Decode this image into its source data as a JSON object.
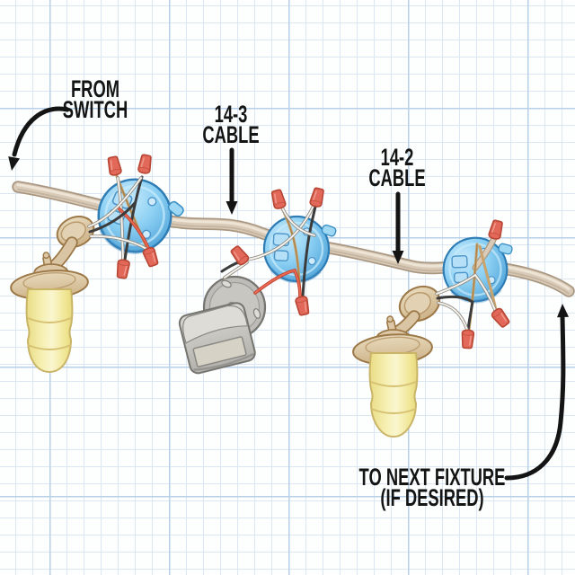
{
  "labels": {
    "from_switch": {
      "line1": "FROM",
      "line2": "SWITCH"
    },
    "cable_14_3": {
      "line1": "14-3",
      "line2": "CABLE"
    },
    "cable_14_2": {
      "line1": "14-2",
      "line2": "CABLE"
    },
    "to_next_fixture": {
      "line1": "TO NEXT FIXTURE",
      "line2": "(IF DESIRED)"
    }
  },
  "illustration": {
    "parts": [
      "power-cable-icon",
      "junction-box-icon",
      "wire-nut-icon",
      "lantern-fixture-icon",
      "motion-sensor-fixture-icon",
      "graph-paper-background"
    ]
  },
  "colors": {
    "grid_minor": "#dce7f3",
    "grid_major": "#b8d0e8",
    "label_black": "#141414",
    "arrow_black": "#141414",
    "cable_body": "#d9cbb8",
    "cable_outline": "#a99781",
    "cable_highlight": "#efe7d8",
    "box_blue": "#7cc5ee",
    "box_blue_dark": "#2d7cb4",
    "box_blue_light": "#c9eafb",
    "wire_nut_red": "#e2695a",
    "wire_nut_dark": "#b84634",
    "wire_white": "#f7f5f0",
    "wire_black": "#3b3b3b",
    "wire_copper": "#c9a36b",
    "wire_red": "#ea6d52",
    "fixture_tan": "#dcc8a6",
    "fixture_tan_dark": "#9c7847",
    "glass_yellow": "#f3ecac",
    "glass_outline": "#c9b468",
    "sensor_gray": "#c2c1bc",
    "sensor_gray_dark": "#75746f"
  }
}
